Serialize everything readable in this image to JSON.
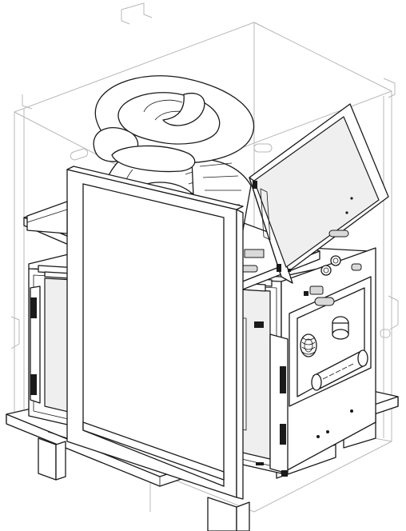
{
  "drawing": {
    "kind": "isometric line drawing",
    "stroke_color": "#1a1a1a",
    "ghost_color": "#b8b8b8",
    "background_color": "#ffffff",
    "components": [
      "transparent-crate",
      "wooden-pallet",
      "fireplace-insert",
      "glass-door-frame",
      "top-shelf-board",
      "flue-hose-coil",
      "hood-panel",
      "side-compartment"
    ]
  }
}
